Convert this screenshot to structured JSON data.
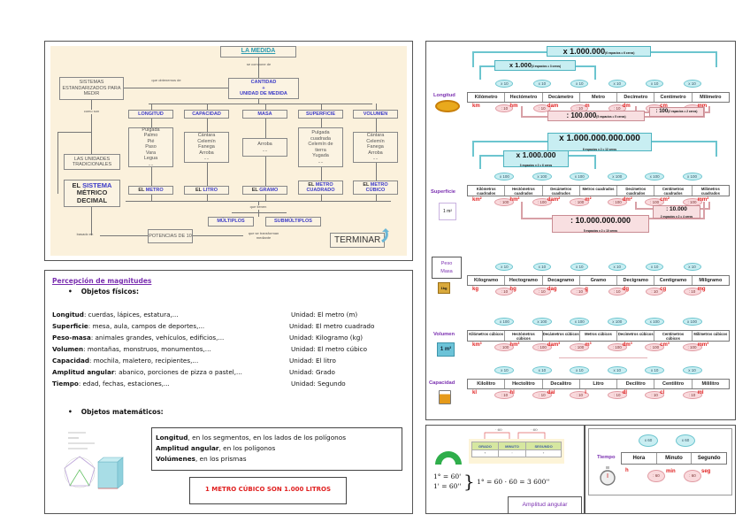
{
  "concept_map": {
    "title": "LA MEDIDA",
    "composed_of_label": "se compone de",
    "quantity_box": [
      "CANTIDAD",
      "+",
      "UNIDAD DE MEDIDA"
    ],
    "obtained_label": "que obtenemos de",
    "standard_systems": "SISTEMAS ESTANDARIZADOS PARA MEDIR",
    "como_son": "como son",
    "traditional_units": "LAS UNIDADES TRADICIONALES",
    "decimal_system": {
      "part1": "EL",
      "part2": "SISTEMA",
      "part3": "MÉTRICO",
      "part4": "DECIMAL"
    },
    "categories": [
      {
        "name": "LONGITUD",
        "traditional": [
          "Pulgada",
          "Palmo",
          "Pié",
          "Paso",
          "Vara",
          "Legua",
          "...."
        ],
        "si_prefix": "EL",
        "si_unit": "METRO"
      },
      {
        "name": "CAPACIDAD",
        "traditional": [
          "Cántara",
          "Celemín",
          "Fanega",
          "Arroba",
          "...."
        ],
        "si_prefix": "EL",
        "si_unit": "LITRO"
      },
      {
        "name": "MASA",
        "traditional": [
          "Arroba",
          "...."
        ],
        "si_prefix": "EL",
        "si_unit": "GRAMO"
      },
      {
        "name": "SUPERFICIE",
        "traditional": [
          "Pulgada",
          "cuadrada",
          "Celemín de",
          "tierra",
          "Yugada",
          "...."
        ],
        "si_prefix": "EL",
        "si_unit": "METRO CUADRADO"
      },
      {
        "name": "VOLUMEN",
        "traditional": [
          "Cántara",
          "Celemín",
          "Fanega",
          "Arroba",
          "...."
        ],
        "si_prefix": "EL",
        "si_unit": "METRO CÚBICO"
      }
    ],
    "que_tienen": "que tienen",
    "multiples": "MÚLTIPLOS",
    "submultiples": "SUBMÚLTIPLOS",
    "basado_en": "basado en",
    "powers": "POTENCIAS DE 10",
    "transform_label": "que se transforman mediante",
    "finish_button": "TERMINAR"
  },
  "perception": {
    "title": "Percepción de magnitudes",
    "physical_heading": "Objetos físicos:",
    "rows": [
      {
        "magnitude": "Longitud",
        "examples": ": cuerdas, lápices, estatura,...",
        "unit": "Unidad: El metro (m)"
      },
      {
        "magnitude": "Superficie",
        "examples": ": mesa, aula, campos de deportes,...",
        "unit": "Unidad: El metro cuadrado"
      },
      {
        "magnitude": "Peso-masa",
        "examples": ": animales grandes, vehículos, edificios,...",
        "unit": "Unidad: Kilogramo (kg)"
      },
      {
        "magnitude": "Volumen",
        "examples": ": montañas, monstruos, monumentos,...",
        "unit": "Unidad: El metro cúbico"
      },
      {
        "magnitude": "Capacidad",
        "examples": ": mochila, maletero, recipientes,...",
        "unit": "Unidad:  El litro"
      },
      {
        "magnitude": "Amplitud angular",
        "examples": ": abanico, porciones de pizza o pastel,...",
        "unit": "Unidad:  Grado"
      },
      {
        "magnitude": "Tiempo",
        "examples": ": edad, fechas, estaciones,...",
        "unit": "Unidad: Segundo"
      }
    ],
    "math_heading": "Objetos matemáticos:",
    "math_lines": [
      {
        "bold": "Longitud",
        "rest": ", en los segmentos, en los lados de los polígonos"
      },
      {
        "bold": "Amplitud angular",
        "rest": ", en los polígonos"
      },
      {
        "bold": "Volúmenes",
        "rest": ", en los prismas"
      }
    ],
    "highlight": "1 METRO CÚBICO SON 1.000 LITROS"
  },
  "conversions": {
    "longitud": {
      "label": "Longitud",
      "units": [
        "Kilómetro",
        "Hectómetro",
        "Decámetro",
        "Metro",
        "Decímetro",
        "Centímetro",
        "Milímetro"
      ],
      "symbols": [
        "km",
        "hm",
        "dam",
        "m",
        "dm",
        "cm",
        "mm"
      ],
      "up": "x 10",
      "down": ": 10",
      "big_mult": "x 1.000.000",
      "big_mult_note": "(6 espacios = 6 ceros)",
      "mid_mult": "x 1.000",
      "mid_mult_note": "(3 espacios = 3 ceros)",
      "big_div": ": 100.000",
      "big_div_note": "(5 espacios = 5 ceros)",
      "small_div": ": 100",
      "small_div_note": "(2 espacios = 2 ceros)"
    },
    "superficie": {
      "label": "Superficie",
      "units": [
        "Kilómetros cuadrados",
        "Hectómetros cuadrados",
        "Decámetros cuadrados",
        "Metros cuadrados",
        "Decímetros cuadrados",
        "Centímetros cuadrados",
        "Milímetros cuadrados"
      ],
      "symbols": [
        "km²",
        "hm²",
        "dam²",
        "m²",
        "dm²",
        "cm²",
        "mm²"
      ],
      "up": "x 100",
      "down": ": 100",
      "big_mult": "x 1.000.000.000.000",
      "big_mult_note": "6 espacios x 2 = 12 ceros",
      "mid_mult": "x 1.000.000",
      "mid_mult_note": "3 espacios x 2 = 6 ceros",
      "big_div": ": 10.000.000.000",
      "big_div_note": "5 espacios x 2 = 10 ceros",
      "small_div": ": 10.000",
      "small_div_note": "2 espacios x 2 = 4 ceros",
      "icon_label": "1 m²"
    },
    "masa": {
      "label_line1": "Peso",
      "label_line2": "Masa",
      "units": [
        "Kilogramo",
        "Hectogramo",
        "Decagramo",
        "Gramo",
        "Decigramo",
        "Centigramo",
        "Miligramo"
      ],
      "symbols": [
        "kg",
        "hg",
        "dag",
        "g",
        "dg",
        "cg",
        "mg"
      ],
      "up": "x 10",
      "down": ": 10",
      "icon_label": "1kg"
    },
    "volumen": {
      "label": "Volumen",
      "units": [
        "Kilómetros cúbicos",
        "Hectómetros cúbicos",
        "Decámetros cúbicos",
        "Metros cúbicos",
        "Decímetros cúbicos",
        "Centímetros cúbicos",
        "Milímetros cúbicos"
      ],
      "symbols": [
        "km³",
        "hm³",
        "dam³",
        "m³",
        "dm³",
        "cm³",
        "mm³"
      ],
      "up": "x 100",
      "down": ": 100",
      "icon_label": "1 m³"
    },
    "capacidad": {
      "label": "Capacidad",
      "units": [
        "Kilolitro",
        "Hectolitro",
        "Decalitro",
        "Litro",
        "Decilitro",
        "Centilitro",
        "Mililitro"
      ],
      "symbols": [
        "kl",
        "hl",
        "dal",
        "l",
        "dl",
        "cl",
        "ml"
      ],
      "up": "x 10",
      "down": ": 10"
    }
  },
  "angular": {
    "headers": [
      "GRADO",
      "MINUTO",
      "SEGUNDO"
    ],
    "symbols": [
      "°",
      "'",
      "''"
    ],
    "arrow_label": "· 60",
    "formula_line1": "1° = 60'",
    "formula_line2": "1' = 60''",
    "formula_result": "1° = 60 · 60 = 3 600''",
    "label": "Amplitud angular"
  },
  "time": {
    "label": "Tiempo",
    "units": [
      "Hora",
      "Minuto",
      "Segundo"
    ],
    "symbols": [
      "h",
      "min",
      "seg"
    ],
    "up": "x 60",
    "down": ": 60"
  }
}
